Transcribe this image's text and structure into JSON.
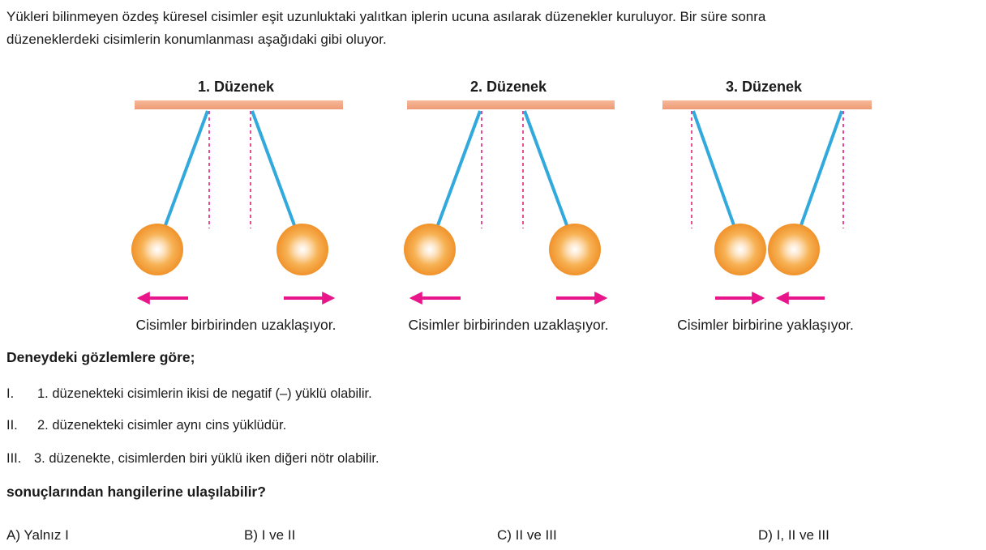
{
  "question": {
    "intro_line1": "Yükleri bilinmeyen özdeş küresel cisimler eşit uzunluktaki yalıtkan iplerin ucuna asılarak düzenekler kuruluyor. Bir süre sonra",
    "intro_line2": "düzeneklerdeki cisimlerin konumlanması aşağıdaki gibi oluyor."
  },
  "setups": [
    {
      "title": "1. Düzenek",
      "caption": "Cisimler birbirinden uzaklaşıyor."
    },
    {
      "title": "2. Düzenek",
      "caption": "Cisimler birbirinden uzaklaşıyor."
    },
    {
      "title": "3. Düzenek",
      "caption": "Cisimler birbirine yaklaşıyor."
    }
  ],
  "observation_heading": "Deneydeki gözlemlere göre;",
  "statements": [
    {
      "num": "I.",
      "text": "1. düzenekteki cisimlerin ikisi de negatif (–) yüklü olabilir."
    },
    {
      "num": "II.",
      "text": "2. düzenekteki cisimler aynı cins yüklüdür."
    },
    {
      "num": "III.",
      "text": "3. düzenekte, cisimlerden biri yüklü iken diğeri nötr olabilir."
    }
  ],
  "prompt": "sonuçlarından hangilerine ulaşılabilir?",
  "options": [
    {
      "label": "A) Yalnız I"
    },
    {
      "label": "B) I ve II"
    },
    {
      "label": "C) II ve III"
    },
    {
      "label": "D) I, II ve III"
    }
  ],
  "colors": {
    "ceiling": "#f2a37f",
    "string": "#31a9dd",
    "guide_line": "#e0207d",
    "sphere": "#f39a2c",
    "arrow": "#e8168a"
  }
}
